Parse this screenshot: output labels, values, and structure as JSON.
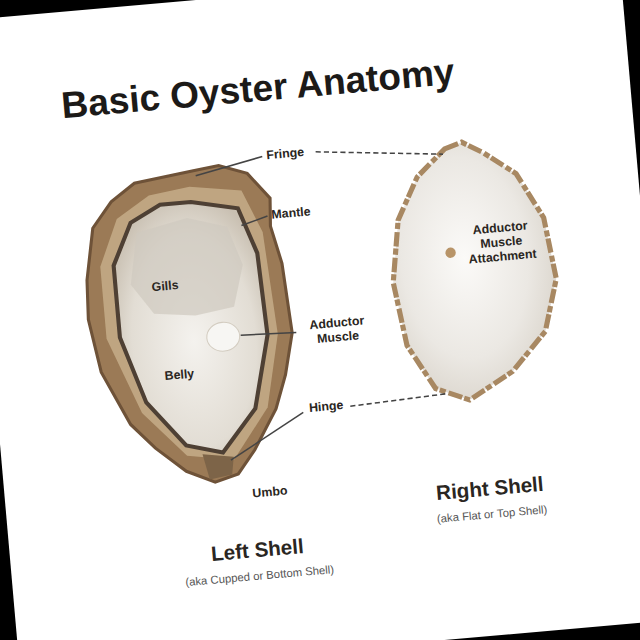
{
  "diagram": {
    "title": "Basic Oyster Anatomy",
    "labels": [
      "Fringe",
      "Mantle",
      "Gills",
      "Adductor Muscle",
      "Belly",
      "Hinge",
      "Umbo",
      "Adductor Muscle Attachment",
      "Left Shell",
      "(aka Cupped or Bottom Shell)",
      "Right Shell",
      "(aka Flat or Top Shell)"
    ]
  }
}
